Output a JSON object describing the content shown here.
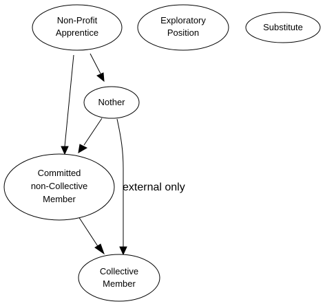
{
  "diagram": {
    "nodes": {
      "nonprofit_apprentice": {
        "lines": [
          "Non-Profit",
          "Apprentice"
        ]
      },
      "exploratory_position": {
        "lines": [
          "Exploratory",
          "Position"
        ]
      },
      "substitute": {
        "lines": [
          "Substitute"
        ]
      },
      "nother": {
        "lines": [
          "Nother"
        ]
      },
      "committed_member": {
        "lines": [
          "Committed",
          "non-Collective",
          "Member"
        ]
      },
      "collective_member": {
        "lines": [
          "Collective",
          "Member"
        ]
      }
    },
    "edges": [
      {
        "from": "nonprofit_apprentice",
        "to": "nother",
        "label": ""
      },
      {
        "from": "nonprofit_apprentice",
        "to": "committed_member",
        "label": ""
      },
      {
        "from": "nother",
        "to": "committed_member",
        "label": ""
      },
      {
        "from": "nother",
        "to": "collective_member",
        "label": "external only"
      },
      {
        "from": "committed_member",
        "to": "collective_member",
        "label": ""
      }
    ]
  }
}
